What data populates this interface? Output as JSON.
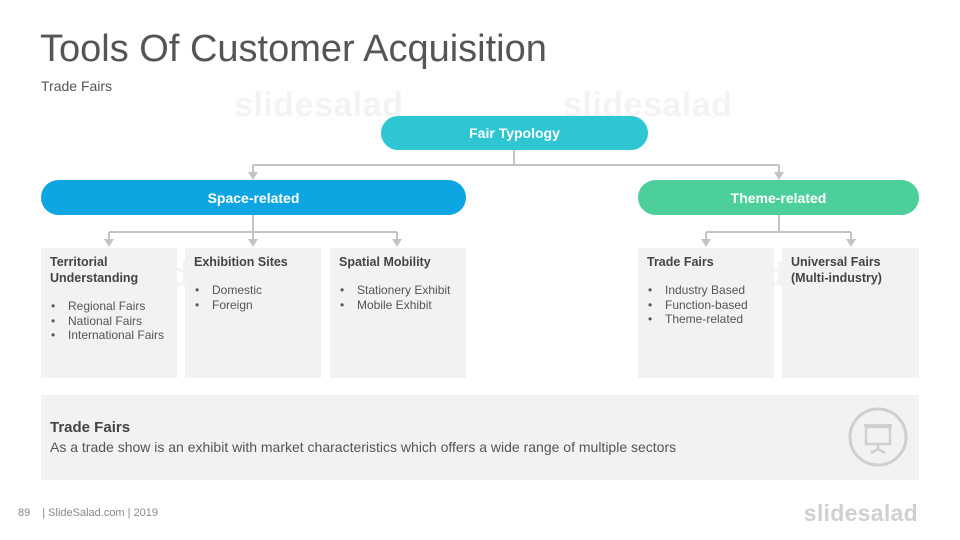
{
  "slide": {
    "title": "Tools Of Customer Acquisition",
    "subtitle": "Trade Fairs"
  },
  "watermark": "slidesalad",
  "colors": {
    "root": "#2ec6d2",
    "space": "#0ea5e3",
    "theme": "#4ccf9a",
    "connector": "#c4c4c4",
    "box_bg": "#f2f2f2"
  },
  "diagram": {
    "root": {
      "label": "Fair Typology"
    },
    "branches": [
      {
        "label": "Space-related",
        "items": [
          {
            "title": "Territorial\nUnderstanding",
            "bullets": [
              "Regional Fairs",
              "National Fairs",
              "International Fairs"
            ]
          },
          {
            "title": "Exhibition  Sites",
            "bullets": [
              "Domestic",
              "Foreign"
            ]
          },
          {
            "title": "Spatial Mobility",
            "bullets": [
              "Stationery Exhibit",
              "Mobile Exhibit"
            ]
          }
        ]
      },
      {
        "label": "Theme-related",
        "items": [
          {
            "title": "Trade Fairs",
            "bullets": [
              "Industry Based",
              "Function-based",
              "Theme-related"
            ]
          },
          {
            "title": "Universal Fairs\n(Multi-industry)",
            "bullets": []
          }
        ]
      }
    ]
  },
  "info": {
    "title": "Trade Fairs",
    "text": "As a trade show is an exhibit with market characteristics which offers a wide range of multiple sectors",
    "icon": "presentation-board-icon"
  },
  "footer": {
    "page_number": "89",
    "text": "| SlideSalad.com | 2019",
    "brand": "slidesalad"
  }
}
